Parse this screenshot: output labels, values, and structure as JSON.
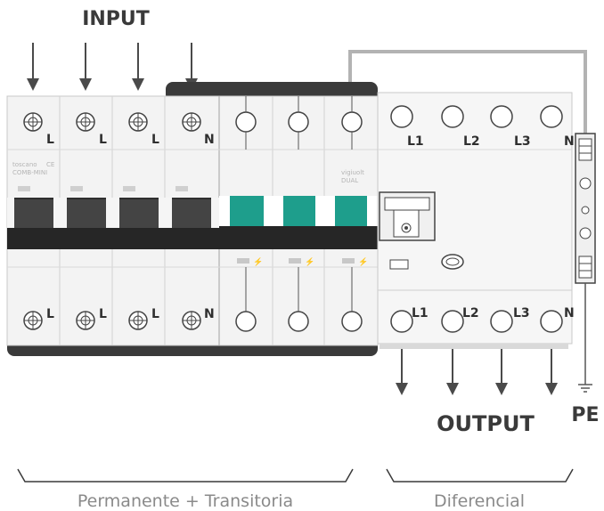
{
  "labels": {
    "input": "INPUT",
    "output": "OUTPUT",
    "pe": "PE",
    "brand_left": "toscano",
    "brand_left_sub": "COMB-MINI",
    "brand_right": "vigiuolt",
    "brand_right_sub": "DUAL",
    "ce_mark": "CE",
    "group_left": "Permanente + Transitoria",
    "group_right": "Diferencial"
  },
  "top_terminals": [
    "L",
    "L",
    "L",
    "N"
  ],
  "bottom_terminals": [
    "L",
    "L",
    "L",
    "N"
  ],
  "rcd_top_terminals": [
    "L1",
    "L2",
    "L3",
    "N"
  ],
  "rcd_bottom_terminals": [
    "L1",
    "L2",
    "L3",
    "N"
  ],
  "colors": {
    "accent_teal": "#1e9e8c",
    "housing_dark": "#3a3a3a",
    "module_body": "#f3f3f3",
    "pe_wire": "#b3b3b3"
  }
}
